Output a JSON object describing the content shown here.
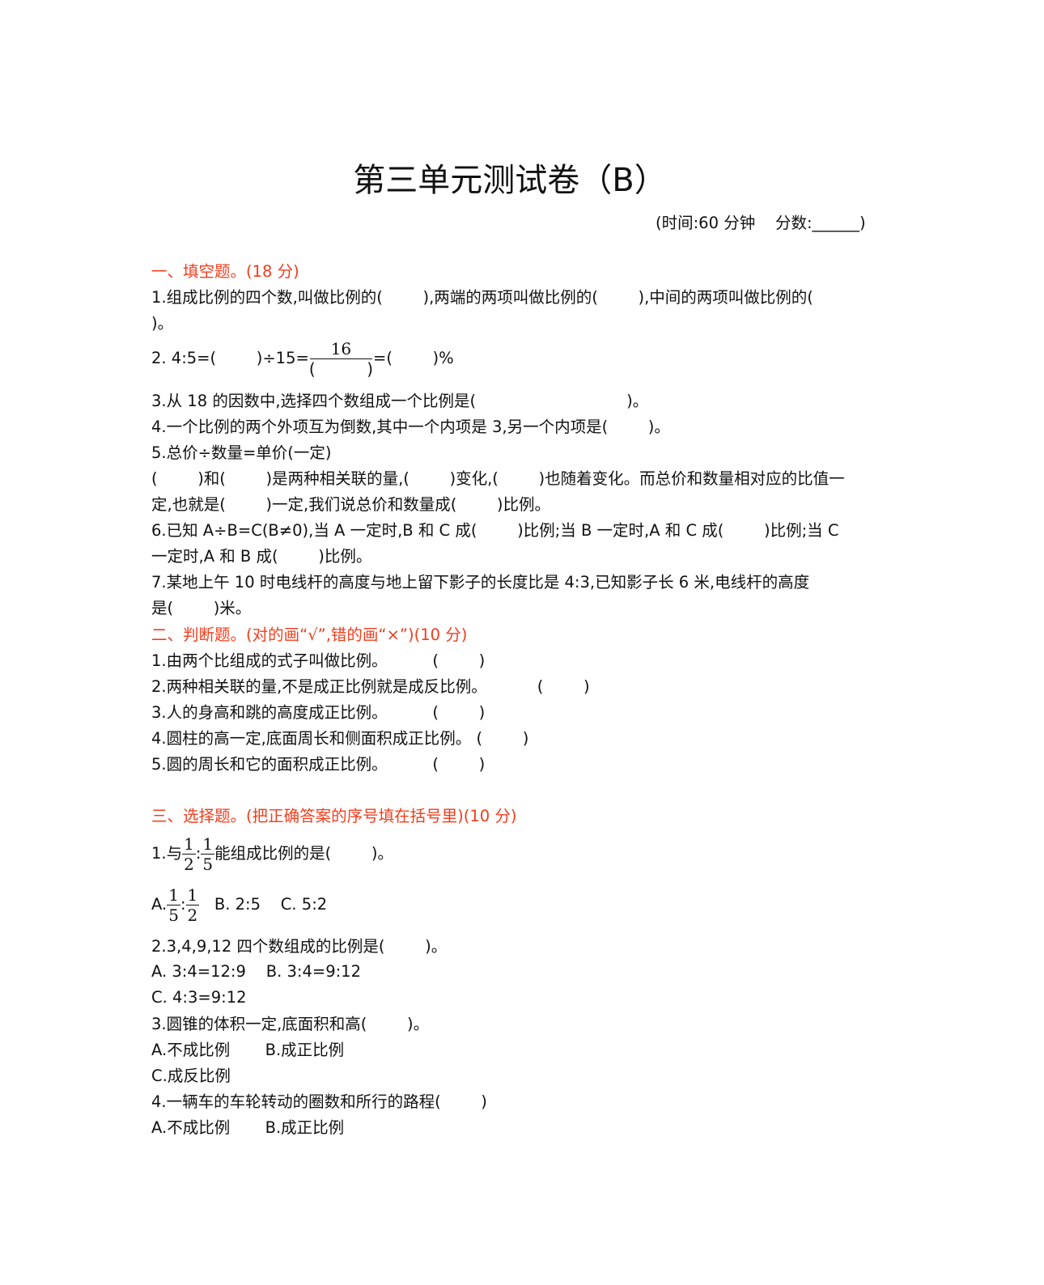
{
  "title": "第三单元测试卷（B）",
  "subtitle": "(时间:60 分钟    分数:______)",
  "section1": {
    "heading": "一、填空题。(18 分)",
    "lines": [
      "1.组成比例的四个数,叫做比例的(        ),两端的两项叫做比例的(        ),中间的两项叫做比例的(",
      ")。",
      "3.从 18 的因数中,选择四个数组成一个比例是(                              )。",
      "4.一个比例的两个外项互为倒数,其中一个内项是 3,另一个内项是(        )。",
      "5.总价÷数量=单价(一定)",
      "(        )和(        )是两种相关联的量,(        )变化,(        )也随着变化。而总价和数量相对应的比值一",
      "定,也就是(        )一定,我们说总价和数量成(        )比例。",
      "6.已知 A÷B=C(B≠0),当 A 一定时,B 和 C 成(        )比例;当 B 一定时,A 和 C 成(        )比例;当 C",
      "一定时,A 和 B 成(        )比例。",
      "7.某地上午 10 时电线杆的高度与地上留下影子的长度比是 4:3,已知影子长 6 米,电线杆的高度",
      "是(        )米。"
    ],
    "q2": {
      "prefix": "2. 4:5=(        )÷15=",
      "numerator": "16",
      "denominator": "(          )",
      "suffix": "=(        )%"
    }
  },
  "section2": {
    "heading": "二、判断题。(对的画“√”,错的画“×”)(10 分)",
    "lines": [
      "1.由两个比组成的式子叫做比例。         (        )",
      "2.两种相关联的量,不是成正比例就是成反比例。          (        )",
      "3.人的身高和跳的高度成正比例。         (        )",
      "4.圆柱的高一定,底面周长和侧面积成正比例。 (        )",
      "5.圆的周长和它的面积成正比例。         (        )"
    ]
  },
  "section3": {
    "heading": "三、选择题。(把正确答案的序号填在括号里)(10 分)",
    "q1": {
      "prefix": "1.与",
      "f1": [
        "1",
        "2"
      ],
      "sep": ":",
      "f2": [
        "1",
        "5"
      ],
      "suffix": "能组成比例的是(        )。"
    },
    "q1opts": {
      "prefix": "A.",
      "f1": [
        "1",
        "5"
      ],
      "sep": ":",
      "f2": [
        "1",
        "2"
      ],
      "suffix": "   B. 2:5    C. 5:2"
    },
    "lines": [
      "2.3,4,9,12 四个数组成的比例是(        )。",
      "A. 3:4=12:9    B. 3:4=9:12",
      "C. 4:3=9:12",
      "3.圆锥的体积一定,底面积和高(        )。",
      "A.不成比例       B.成正比例",
      "C.成反比例",
      "4.一辆车的车轮转动的圈数和所行的路程(        )",
      "A.不成比例       B.成正比例"
    ]
  },
  "colors": {
    "heading": "#f23d1c",
    "text": "#111111"
  }
}
